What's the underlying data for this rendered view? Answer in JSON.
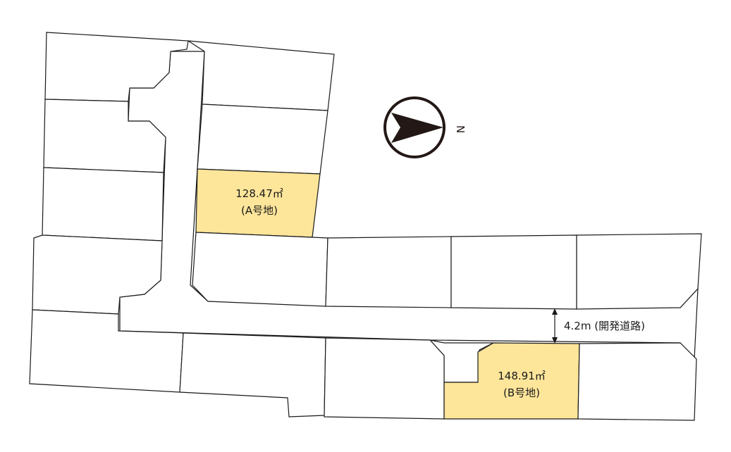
{
  "plot_a": {
    "area": "128.47㎡",
    "name": "(A号地)",
    "fill": "#fde59a"
  },
  "plot_b": {
    "area": "148.91㎡",
    "name": "(B号地)",
    "fill": "#fde59a"
  },
  "road": {
    "label": "4.2m (開発道路)"
  },
  "compass": {
    "letter": "N",
    "icon": "north-arrow-icon"
  }
}
